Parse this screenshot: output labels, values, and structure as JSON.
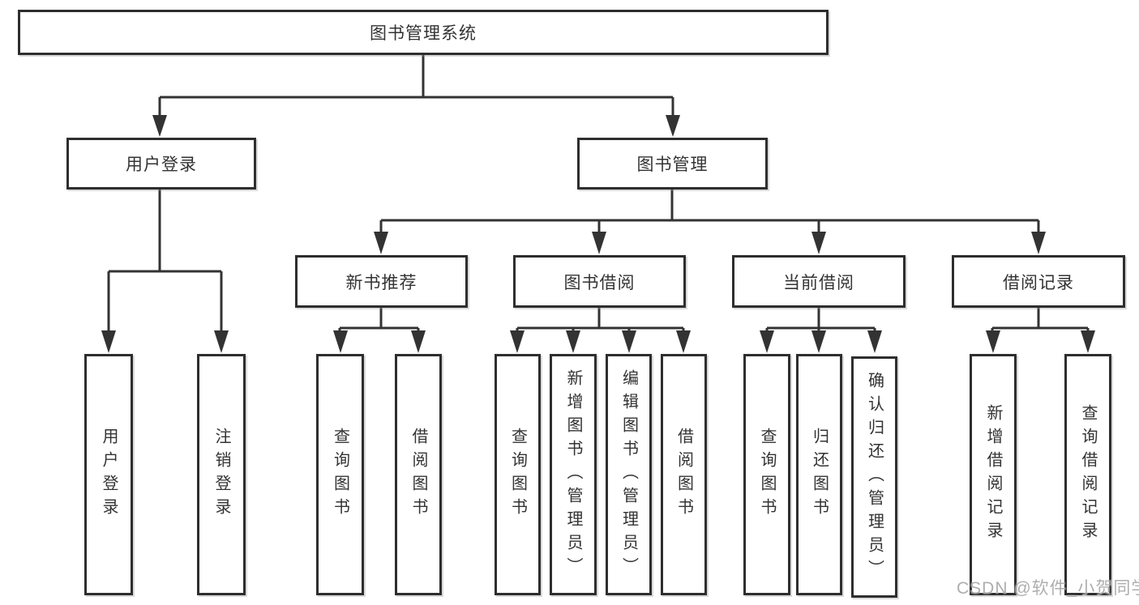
{
  "diagram": {
    "root": {
      "label": "图书管理系统"
    },
    "branches": {
      "user_login": {
        "label": "用户登录",
        "children": {
          "login": "用户登录",
          "logout": "注销登录"
        }
      },
      "book_management": {
        "label": "图书管理",
        "sections": {
          "new_book_recommend": {
            "label": "新书推荐",
            "children": {
              "query_book": "查询图书",
              "borrow_book": "借阅图书"
            }
          },
          "book_borrow": {
            "label": "图书借阅",
            "children": {
              "query_book": "查询图书",
              "add_book": "新增图书（管理员）",
              "edit_book": "编辑图书（管理员）",
              "borrow_book": "借阅图书"
            }
          },
          "current_borrow": {
            "label": "当前借阅",
            "children": {
              "query_book": "查询图书",
              "return_book": "归还图书",
              "confirm_return": "确认归还（管理员）"
            }
          },
          "borrow_record": {
            "label": "借阅记录",
            "children": {
              "add_record": "新增借阅记录",
              "query_record": "查询借阅记录"
            }
          }
        }
      }
    }
  },
  "watermark": {
    "text": "CSDN @软件_小贺同学"
  },
  "colors": {
    "line": "#333333",
    "text": "#333333",
    "background": "#ffffff"
  }
}
